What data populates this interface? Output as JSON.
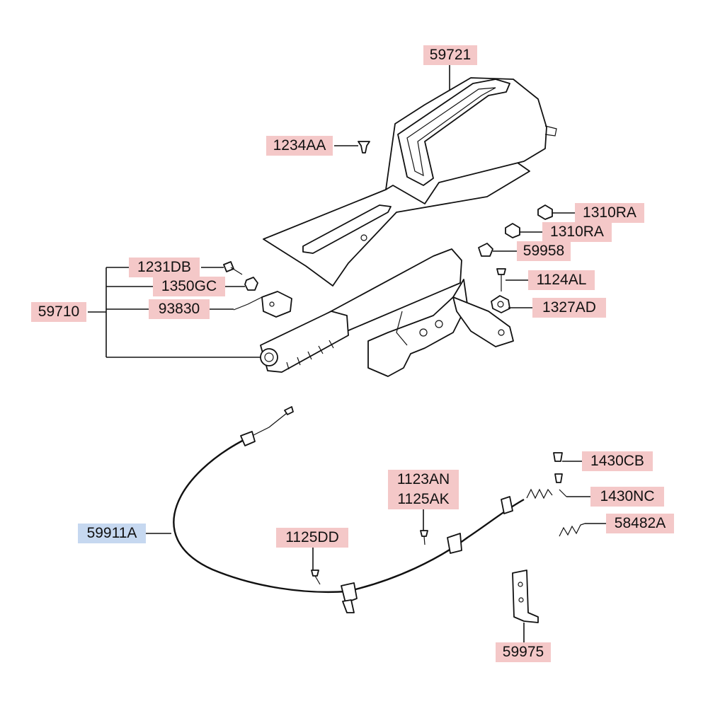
{
  "diagram": {
    "labels": [
      {
        "id": "59721",
        "text": "59721",
        "color": "#f4c8c8"
      },
      {
        "id": "1234AA",
        "text": "1234AA",
        "color": "#f4c8c8"
      },
      {
        "id": "1310RA_a",
        "text": "1310RA",
        "color": "#f4c8c8"
      },
      {
        "id": "1310RA_b",
        "text": "1310RA",
        "color": "#f4c8c8"
      },
      {
        "id": "59958",
        "text": "59958",
        "color": "#f4c8c8"
      },
      {
        "id": "1231DB",
        "text": "1231DB",
        "color": "#f4c8c8"
      },
      {
        "id": "1350GC",
        "text": "1350GC",
        "color": "#f4c8c8"
      },
      {
        "id": "59710",
        "text": "59710",
        "color": "#f4c8c8"
      },
      {
        "id": "93830",
        "text": "93830",
        "color": "#f4c8c8"
      },
      {
        "id": "1124AL",
        "text": "1124AL",
        "color": "#f4c8c8"
      },
      {
        "id": "1327AD",
        "text": "1327AD",
        "color": "#f4c8c8"
      },
      {
        "id": "1430CB",
        "text": "1430CB",
        "color": "#f4c8c8"
      },
      {
        "id": "1123AN",
        "text": "1123AN",
        "color": "#f4c8c8"
      },
      {
        "id": "1125AK",
        "text": "1125AK",
        "color": "#f4c8c8"
      },
      {
        "id": "1430NC",
        "text": "1430NC",
        "color": "#f4c8c8"
      },
      {
        "id": "58482A",
        "text": "58482A",
        "color": "#f4c8c8"
      },
      {
        "id": "59911A",
        "text": "59911A",
        "color": "#c6d8f0"
      },
      {
        "id": "1125DD",
        "text": "1125DD",
        "color": "#f4c8c8"
      },
      {
        "id": "59975",
        "text": "59975",
        "color": "#f4c8c8"
      }
    ]
  }
}
